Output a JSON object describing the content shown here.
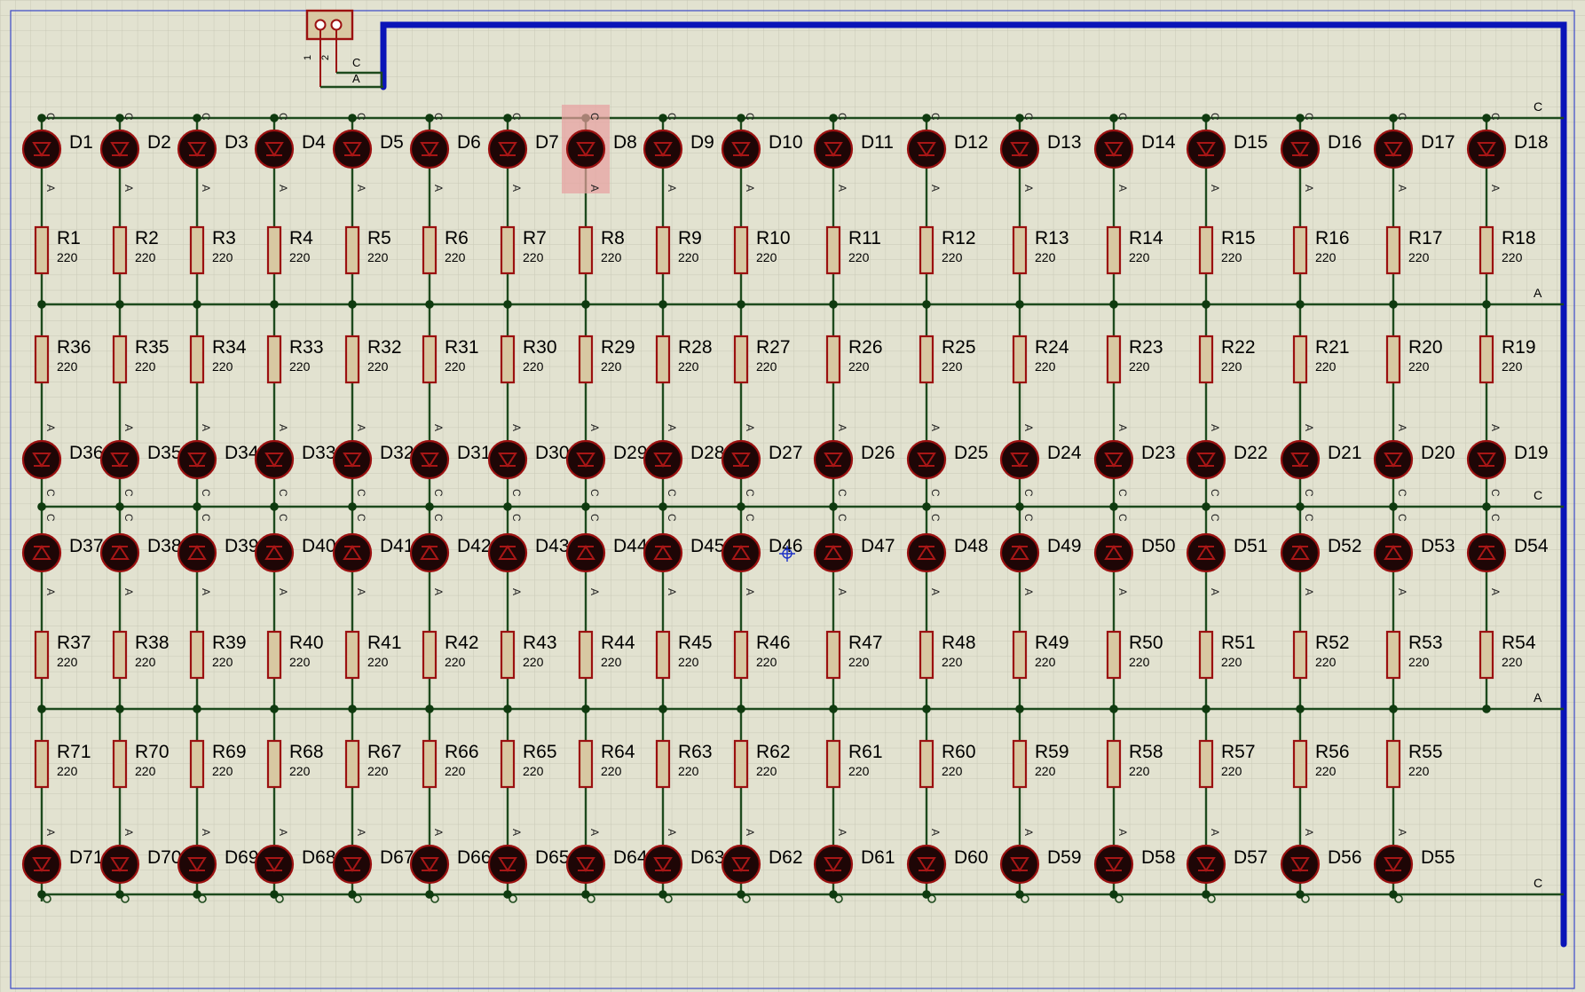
{
  "colors": {
    "background": "#e2e2d0",
    "grid": "#c9c9b8",
    "wire": "#1d4a1d",
    "bus": "#0a14b8",
    "component": "#9b1010",
    "led_fill": "#1e0606",
    "resistor_fill": "#d8c8a2",
    "selection": "#e8a0a0"
  },
  "connector": {
    "pin_labels": [
      "1",
      "2"
    ],
    "net_labels": [
      "C",
      "A"
    ]
  },
  "columns": 18,
  "net_labels": {
    "top_c": "C",
    "rail_a1": "A",
    "mid_c": "C",
    "rail_a2": "A",
    "bottom_c": "C"
  },
  "pin_marks": {
    "anode": "A",
    "cathode": "C"
  },
  "resistor_value": "220",
  "rows": {
    "led_row1": [
      "D1",
      "D2",
      "D3",
      "D4",
      "D5",
      "D6",
      "D7",
      "D8",
      "D9",
      "D10",
      "D11",
      "D12",
      "D13",
      "D14",
      "D15",
      "D16",
      "D17",
      "D18"
    ],
    "res_row1": [
      "R1",
      "R2",
      "R3",
      "R4",
      "R5",
      "R6",
      "R7",
      "R8",
      "R9",
      "R10",
      "R11",
      "R12",
      "R13",
      "R14",
      "R15",
      "R16",
      "R17",
      "R18"
    ],
    "res_row2": [
      "R36",
      "R35",
      "R34",
      "R33",
      "R32",
      "R31",
      "R30",
      "R29",
      "R28",
      "R27",
      "R26",
      "R25",
      "R24",
      "R23",
      "R22",
      "R21",
      "R20",
      "R19"
    ],
    "led_row2": [
      "D36",
      "D35",
      "D34",
      "D33",
      "D32",
      "D31",
      "D30",
      "D29",
      "D28",
      "D27",
      "D26",
      "D25",
      "D24",
      "D23",
      "D22",
      "D21",
      "D20",
      "D19"
    ],
    "led_row3": [
      "D37",
      "D38",
      "D39",
      "D40",
      "D41",
      "D42",
      "D43",
      "D44",
      "D45",
      "D46",
      "D47",
      "D48",
      "D49",
      "D50",
      "D51",
      "D52",
      "D53",
      "D54"
    ],
    "res_row3": [
      "R37",
      "R38",
      "R39",
      "R40",
      "R41",
      "R42",
      "R43",
      "R44",
      "R45",
      "R46",
      "R47",
      "R48",
      "R49",
      "R50",
      "R51",
      "R52",
      "R53",
      "R54"
    ],
    "res_row4": [
      "R71",
      "R70",
      "R69",
      "R68",
      "R67",
      "R66",
      "R65",
      "R64",
      "R63",
      "R62",
      "R61",
      "R60",
      "R59",
      "R58",
      "R57",
      "R56",
      "R55"
    ],
    "led_row4": [
      "D71",
      "D70",
      "D69",
      "D68",
      "D67",
      "D66",
      "D65",
      "D64",
      "D63",
      "D62",
      "D61",
      "D60",
      "D59",
      "D58",
      "D57",
      "D56",
      "D55"
    ]
  },
  "selected_component": "D8",
  "placed_components": [
    "D46"
  ]
}
